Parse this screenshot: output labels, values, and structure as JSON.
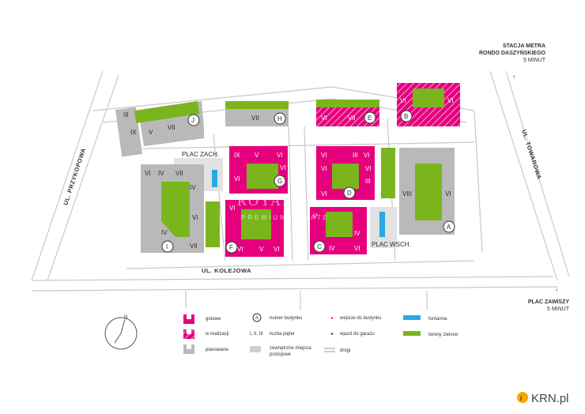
{
  "streets": {
    "przykopowa": "UL. PRZYKOPOWA",
    "kolejowa": "UL. KOLEJOWA",
    "towarowa": "UL. TOWAROWA"
  },
  "places": {
    "plac_zach": "PLAC ZACH.",
    "plac_wsch": "PLAC WSCH."
  },
  "corners": {
    "metro_line1": "STACJA METRA",
    "metro_line2": "RONDO DASZYŃSKIEGO",
    "metro_time": "5 MINUT",
    "zawiszy_line1": "PLAC ZAWISZY",
    "zawiszy_time": "5 MINUT"
  },
  "buildings": [
    {
      "letter": "J",
      "status": "planned"
    },
    {
      "letter": "H",
      "status": "planned"
    },
    {
      "letter": "E",
      "status": "in_progress"
    },
    {
      "letter": "B",
      "status": "in_progress"
    },
    {
      "letter": "G",
      "status": "ready"
    },
    {
      "letter": "D",
      "status": "ready"
    },
    {
      "letter": "A",
      "status": "planned"
    },
    {
      "letter": "F",
      "status": "ready"
    },
    {
      "letter": "C",
      "status": "ready"
    },
    {
      "letter": "I",
      "status": "planned"
    }
  ],
  "floors": {
    "J": [
      "III",
      "IX",
      "V",
      "VII"
    ],
    "H": [
      "VII"
    ],
    "E": [
      "VI",
      "VII"
    ],
    "B": [
      "VI",
      "VI"
    ],
    "G": [
      "IX",
      "V",
      "VI",
      "VI",
      "VI"
    ],
    "D": [
      "VI",
      "III",
      "VI",
      "VI",
      "VI",
      "VI",
      "III"
    ],
    "A": [
      "VIII",
      "VI"
    ],
    "I": [
      "VI",
      "IV",
      "VII",
      "IV",
      "VI",
      "IV",
      "VII"
    ],
    "F": [
      "VI",
      "VI",
      "V",
      "VI"
    ],
    "C": [
      "V",
      "IV",
      "IV",
      "VI"
    ]
  },
  "legend": {
    "ready": "gotowe",
    "in_progress": "w realizacji",
    "planned": "planowane",
    "number_sample": "A",
    "number_label": "numer budynku",
    "floors_sample": "I, II, III",
    "floors_label": "liczba pięter",
    "parking_line1": "zewnętrzne miejsca",
    "parking_line2": "postojowe",
    "entrance": "wejście do budynku",
    "garage": "wjazd do garażu",
    "roads": "drogi",
    "fountain": "fontanna",
    "green": "tereny zielone"
  },
  "compass": "N",
  "watermark": {
    "line1": "ROYAL",
    "line2": "PREMIUM ESTATE"
  },
  "brand": "KRN.pl",
  "colors": {
    "ready": "#e6007e",
    "in_progress": "#e6007e",
    "planned": "#b9b9b9",
    "green": "#7ab51d",
    "fountain": "#29a9e0",
    "road": "#d9d9d9",
    "parking": "#cfcfcf"
  }
}
